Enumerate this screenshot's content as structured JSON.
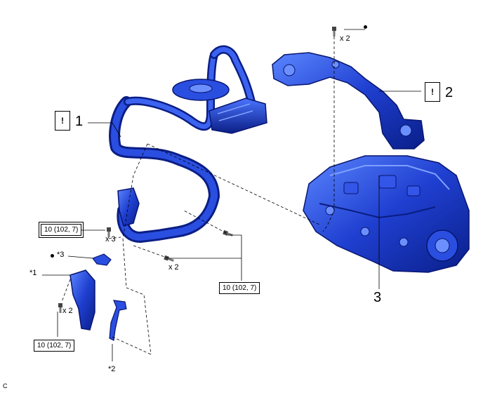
{
  "diagram": {
    "callouts": {
      "item_1": "1",
      "item_2": "2",
      "item_3": "3",
      "caution_mark": "!",
      "note_star1": "*1",
      "note_star2": "*2",
      "note_star3": "*3"
    },
    "quantities": {
      "bracket_bolt_top": "x 2",
      "pipe_bolt_left": "x 3",
      "pipe_bolt_mid": "x 2",
      "bracket_bolt_lower": "x 2"
    },
    "torque_specs": {
      "left": "10 (102, 7)",
      "right": "10 (102, 7)",
      "bottom": "10 (102, 7)"
    },
    "corner_code": "C",
    "colors": {
      "part_fill": "#1f3fd0",
      "part_dark": "#0a1f8a",
      "part_light": "#5b86ff",
      "line": "#000000"
    }
  }
}
